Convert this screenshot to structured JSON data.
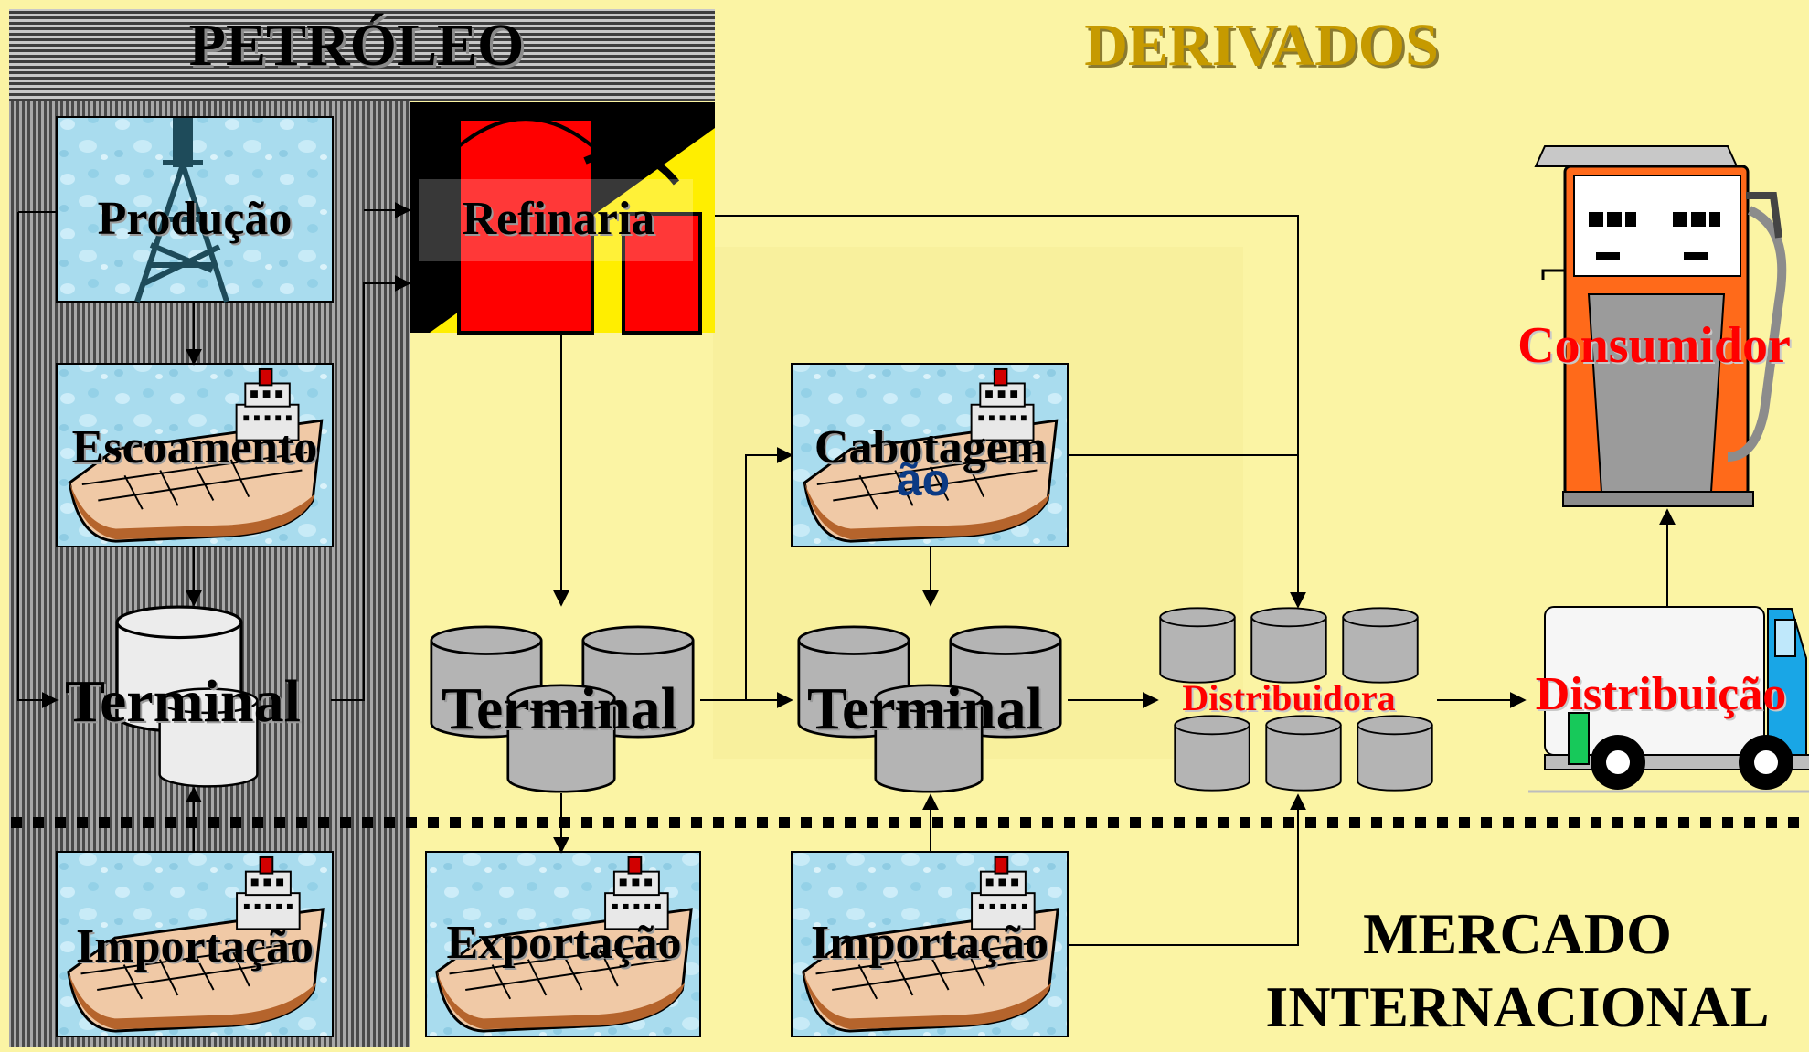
{
  "headers": {
    "petroleo": "PETRÓLEO",
    "derivados": "DERIVADOS"
  },
  "nodes": {
    "producao": "Produção",
    "escoamento": "Escoamento",
    "terminal_petroleo": "Terminal",
    "importacao_petroleo": "Importação",
    "refinaria": "Refinaria",
    "terminal_refinaria": "Terminal",
    "exportacao": "Exportação",
    "cabotagem": "Cabotagem",
    "cabotagem_overlap": "ão",
    "terminal_cabotagem": "Terminal",
    "importacao_derivados": "Importação",
    "distribuidora": "Distribuidora",
    "distribuicao": "Distribuição",
    "consumidor": "Consumidor"
  },
  "market": {
    "line1": "MERCADO",
    "line2": "INTERNACIONAL"
  },
  "colors": {
    "background": "#fbf4a4",
    "petroleo_panel": "#8c8c8c",
    "tile": "#a9dcee",
    "refinery_red": "#ff0000",
    "refinery_yellow": "#ffee00",
    "tank_gray": "#b4b4b4",
    "pump_orange": "#ff6a1a",
    "truck_cab": "#19a6e6",
    "label_red": "#ff0000",
    "derivados_text": "#c69a00"
  },
  "icons": [
    "oil-derrick-icon",
    "tanker-ship-icon",
    "refinery-icon",
    "storage-tank-icon",
    "fuel-pump-icon",
    "tanker-truck-icon"
  ]
}
